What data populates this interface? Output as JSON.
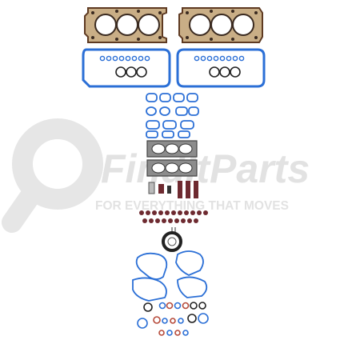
{
  "watermark": {
    "brand": "FindItParts",
    "tagline": "FOR EVERYTHING THAT MOVES",
    "color": "#e2e2e2"
  },
  "product": {
    "kind": "engine gasket kit",
    "gasket_color": "#2b6fd6",
    "head_gasket_color": "#8a4b2a",
    "metal_color": "#707070",
    "seal_color": "#6e2a30"
  },
  "icons": [
    "magnifier-watermark-icon"
  ]
}
